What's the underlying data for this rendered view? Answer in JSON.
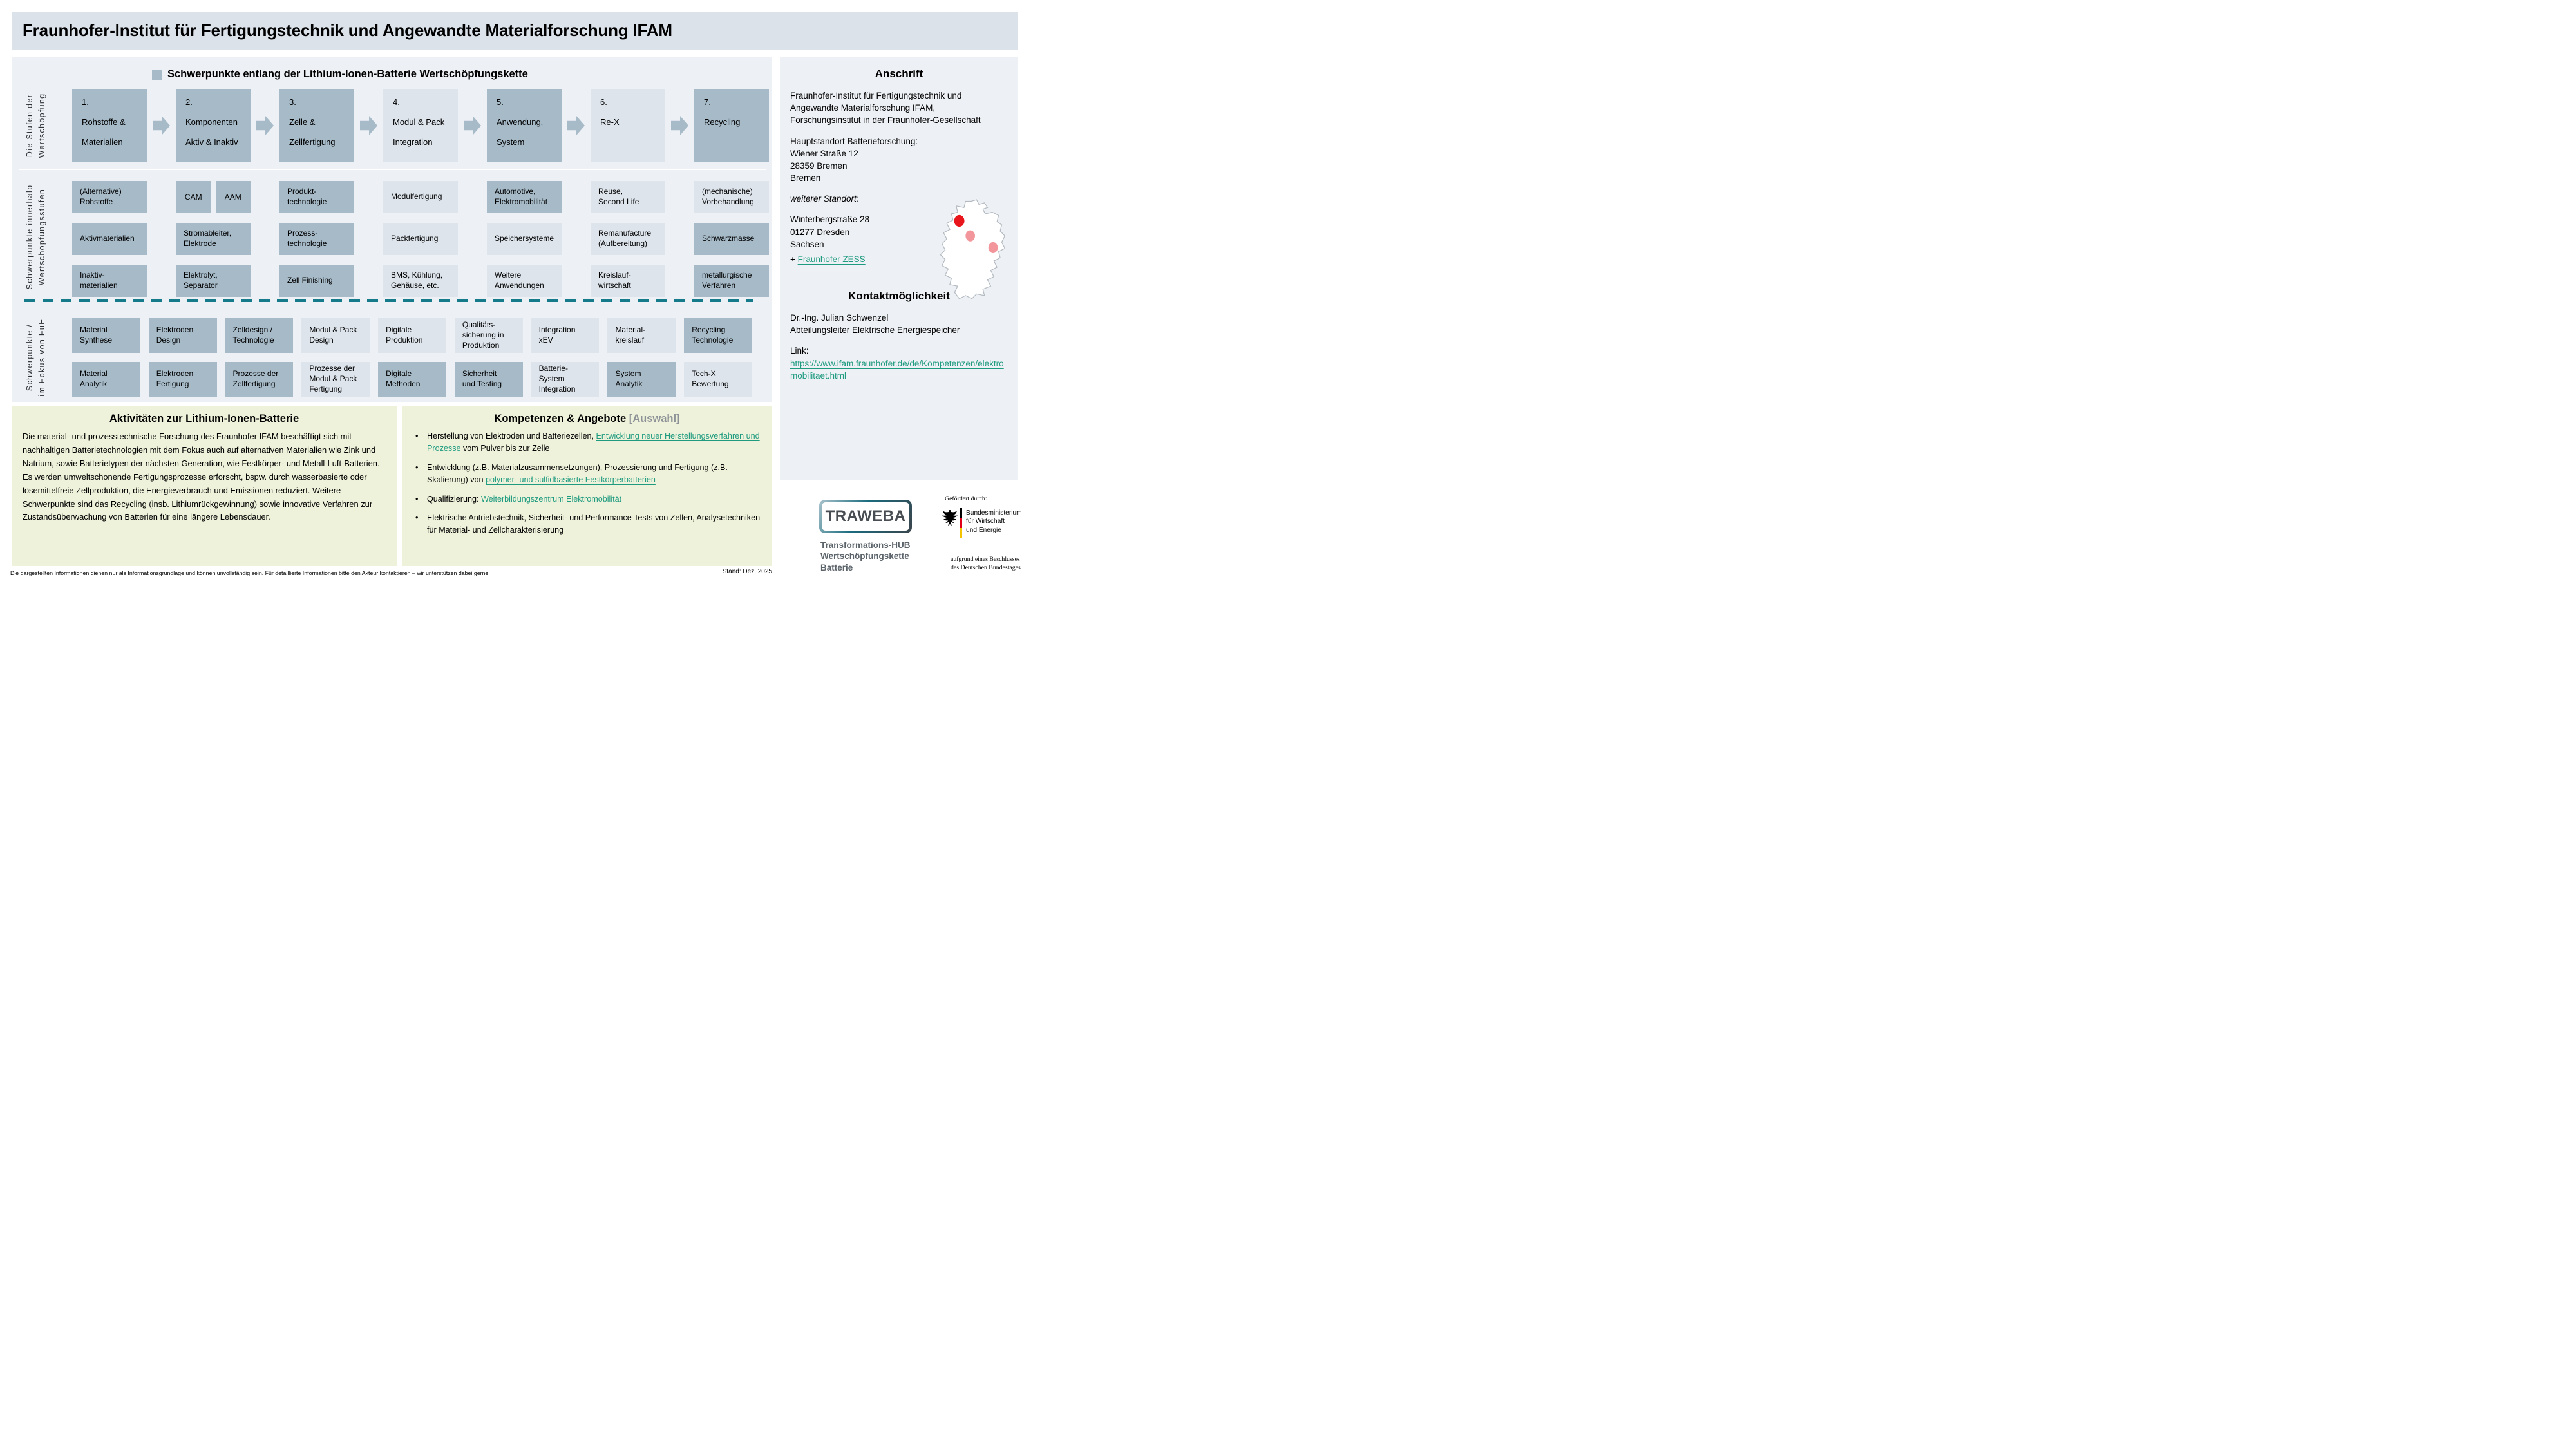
{
  "title": "Fraunhofer-Institut für Fertigungstechnik und Angewandte Materialforschung IFAM",
  "colors": {
    "title_bar": "#dbe2ea",
    "panel": "#edf0f4",
    "box_dark": "#a6bac8",
    "box_light": "#dde4ec",
    "teal_dash": "#157a8a",
    "link_green": "#1f9b80",
    "green_box": "#eef2da",
    "auswahl_gray": "#8d9297",
    "red_dot": "#e8151b",
    "pink_dot": "#f2969b",
    "flag_red": "#e1001a",
    "flag_gold": "#f5c400"
  },
  "diagram": {
    "heading": "Schwerpunkte entlang der Lithium-Ionen-Batterie Wertschöpfungskette",
    "labels": {
      "stufen": "Die Stufen der\nWertschöpfung",
      "innerhalb": "Schwerpunkte innerhalb\nWertschöpfungsstufen",
      "fokus": "Schwerpunkte /\nim Fokus  von FuE"
    },
    "stages": [
      {
        "num": "1.",
        "l1": "Rohstoffe &",
        "l2": "Materialien"
      },
      {
        "num": "2.",
        "l1": "Komponenten",
        "l2": "Aktiv & Inaktiv"
      },
      {
        "num": "3.",
        "l1": "Zelle &",
        "l2": "Zellfertigung"
      },
      {
        "num": "4.",
        "l1": "Modul & Pack",
        "l2": "Integration"
      },
      {
        "num": "5.",
        "l1": "Anwendung,",
        "l2": "System"
      },
      {
        "num": "6.",
        "l1": "Re-X",
        "l2": ""
      },
      {
        "num": "7.",
        "l1": "Recycling",
        "l2": ""
      }
    ],
    "r1": [
      "(Alternative)\nRohstoffe",
      "CAM",
      "AAM",
      "Produkt-\ntechnologie",
      "Modulfertigung",
      "Automotive,\nElektromobilität",
      "Reuse,\nSecond Life",
      "(mechanische)\nVorbehandlung"
    ],
    "r2": [
      "Aktivmaterialien",
      "Stromableiter,\nElektrode",
      "Prozess-\ntechnologie",
      "Packfertigung",
      "Speichersysteme",
      "Remanufacture\n(Aufbereitung)",
      "Schwarzmasse"
    ],
    "r3": [
      "Inaktiv-\nmaterialien",
      "Elektrolyt,\nSeparator",
      "Zell Finishing",
      "BMS, Kühlung,\nGehäuse, etc.",
      "Weitere\nAnwendungen",
      "Kreislauf-\nwirtschaft",
      "metallurgische\nVerfahren"
    ],
    "f1": [
      "Material\nSynthese",
      "Elektroden\nDesign",
      "Zelldesign /\nTechnologie",
      "Modul & Pack\nDesign",
      "Digitale\nProduktion",
      "Qualitäts-\nsicherung in\nProduktion",
      "Integration\nxEV",
      "Material-\nkreislauf",
      "Recycling\nTechnologie"
    ],
    "f2": [
      "Material\nAnalytik",
      "Elektroden\nFertigung",
      "Prozesse der\nZellfertigung",
      "Prozesse der\nModul & Pack\nFertigung",
      "Digitale\nMethoden",
      "Sicherheit\nund Testing",
      "Batterie-\nSystem\nIntegration",
      "System\nAnalytik",
      "Tech-X\nBewertung"
    ]
  },
  "anschrift": {
    "heading": "Anschrift",
    "p1": "Fraunhofer-Institut für Fertigungstechnik und Angewandte Materialforschung IFAM, Forschungsinstitut in der Fraunhofer-Gesellschaft",
    "p2": "Hauptstandort Batterieforschung:\nWiener Straße 12\n28359 Bremen\nBremen",
    "weiterer": "weiterer Standort:",
    "standort2": "Winterbergstraße 28\n01277 Dresden\nSachsen",
    "zess_prefix": "+ ",
    "zess_link": "Fraunhofer ZESS"
  },
  "kontakt": {
    "heading": "Kontaktmöglichkeit",
    "name": "Dr.-Ing. Julian Schwenzel",
    "role": "Abteilungsleiter Elektrische Energiespeicher",
    "link_label": "Link:",
    "url": "https://www.ifam.fraunhofer.de/de/Kompetenzen/elektromobilitaet.html"
  },
  "aktivitaeten": {
    "heading": "Aktivitäten zur Lithium-Ionen-Batterie",
    "body": "Die material- und prozesstechnische Forschung des Fraunhofer IFAM beschäftigt sich mit nachhaltigen Batterietechnologien mit dem Fokus auch auf alternativen Materialien wie Zink und Natrium, sowie Batterietypen der nächsten Generation, wie Festkörper- und Metall-Luft-Batterien. Es werden umweltschonende Fertigungsprozesse erforscht, bspw. durch wasserbasierte oder lösemittelfreie Zellproduktion, die Energieverbrauch und Emissionen reduziert. Weitere Schwerpunkte sind das Recycling (insb. Lithiumrückgewinnung) sowie innovative Verfahren zur Zustandsüberwachung von Batterien für eine längere Lebensdauer."
  },
  "kompetenzen": {
    "heading": "Kompetenzen & Angebote ",
    "auswahl": "[Auswahl]",
    "bullets": [
      {
        "t1": "Herstellung von Elektroden und Batteriezellen, ",
        "link": "Entwicklung neuer Herstellungsverfahren und Prozesse ",
        "t2": "vom Pulver bis zur Zelle"
      },
      {
        "t1": "Entwicklung (z.B. Materialzusammensetzungen), Prozessierung und Fertigung (z.B. Skalierung) von ",
        "link": "polymer- und sulfidbasierte Festkörperbatterien",
        "t2": ""
      },
      {
        "t1": "Qualifizierung: ",
        "link": "Weiterbildungszentrum Elektromobilität",
        "t2": ""
      },
      {
        "t1": "Elektrische Antriebstechnik, Sicherheit- und Performance Tests von Zellen, Analysetechniken für Material- und Zellcharakterisierung",
        "link": "",
        "t2": ""
      }
    ]
  },
  "logos": {
    "traweba": "TRAWEBA",
    "traweba_tagline": "Transformations-HUB\nWertschöpfungskette\nBatterie",
    "gefoerdert": "Gefördert durch:",
    "ministerium": "Bundesministerium\nfür Wirtschaft\nund Energie",
    "beschluss": "aufgrund eines Beschlusses\ndes Deutschen Bundestages"
  },
  "stand": "Stand: Dez. 2025",
  "footer": "Die dargestellten Informationen dienen nur als Informationsgrundlage und können unvollständig sein. Für detaillierte Informationen bitte den Akteur kontaktieren – wir unterstützen dabei gerne."
}
